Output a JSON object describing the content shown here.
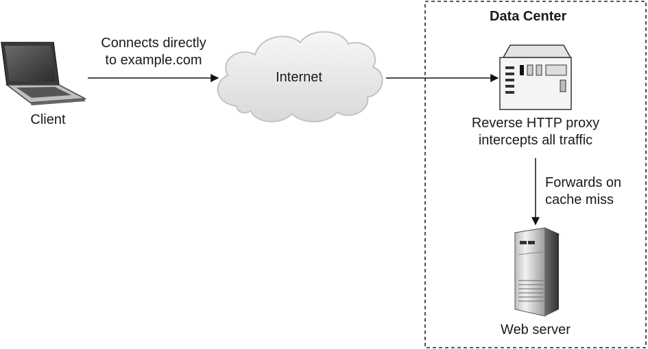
{
  "data_center": {
    "title": "Data Center"
  },
  "client": {
    "label": "Client"
  },
  "internet": {
    "label": "Internet"
  },
  "edge_client_internet": {
    "line1": "Connects directly",
    "line2": "to example.com"
  },
  "proxy": {
    "line1": "Reverse HTTP proxy",
    "line2": "intercepts all traffic"
  },
  "edge_proxy_server": {
    "line1": "Forwards on",
    "line2": "cache miss"
  },
  "web_server": {
    "label": "Web server"
  }
}
